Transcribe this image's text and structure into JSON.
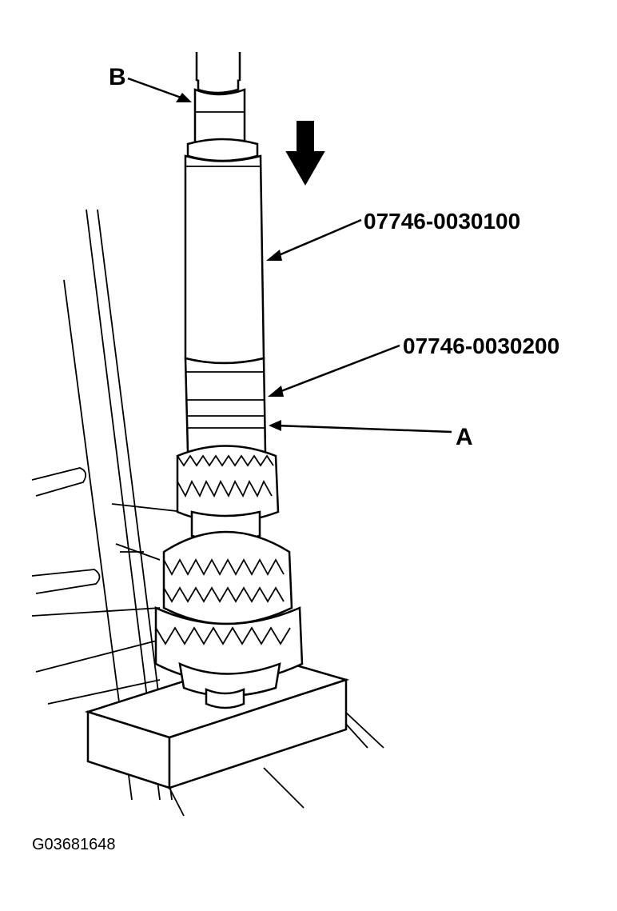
{
  "labels": {
    "b": "B",
    "a": "A",
    "part_upper": "07746-0030100",
    "part_lower": "07746-0030200",
    "figure_id": "G03681648"
  },
  "colors": {
    "line": "#000000",
    "background": "#ffffff"
  },
  "icons": {
    "direction": "arrow-down-icon"
  }
}
